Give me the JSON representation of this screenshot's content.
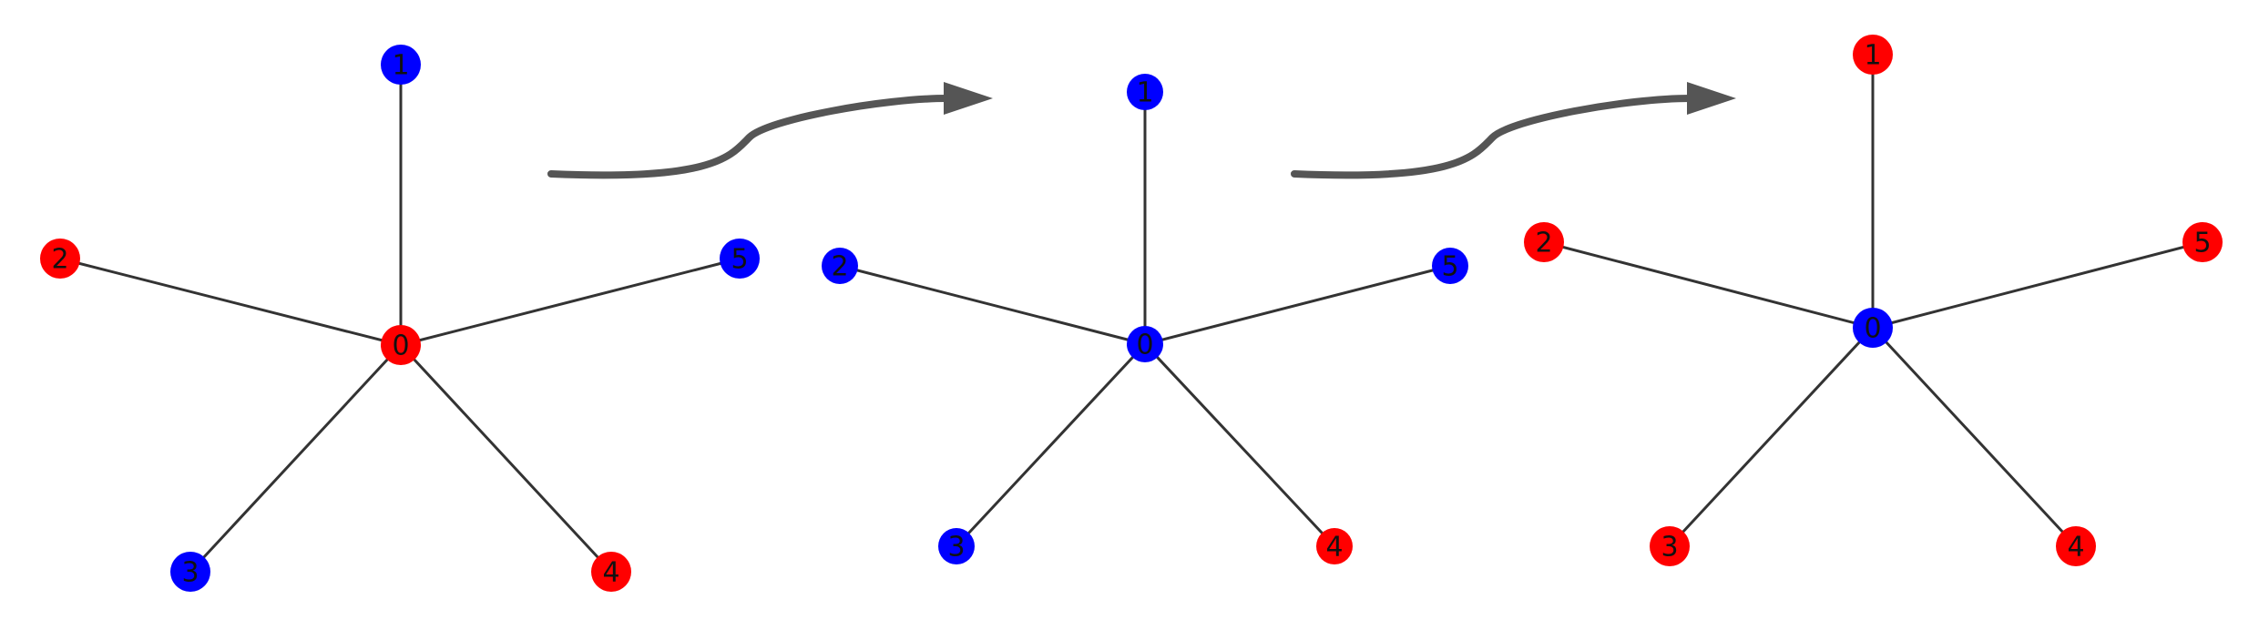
{
  "diagram": {
    "colors": {
      "red": "#ff0000",
      "blue": "#0000ff",
      "edge": "#333333",
      "arrow": "#555555"
    },
    "graphs": [
      {
        "nodes": [
          {
            "id": "0",
            "label": "0",
            "color": "red"
          },
          {
            "id": "1",
            "label": "1",
            "color": "blue"
          },
          {
            "id": "2",
            "label": "2",
            "color": "red"
          },
          {
            "id": "3",
            "label": "3",
            "color": "blue"
          },
          {
            "id": "4",
            "label": "4",
            "color": "red"
          },
          {
            "id": "5",
            "label": "5",
            "color": "blue"
          }
        ],
        "edges": [
          [
            "0",
            "1"
          ],
          [
            "0",
            "2"
          ],
          [
            "0",
            "3"
          ],
          [
            "0",
            "4"
          ],
          [
            "0",
            "5"
          ]
        ]
      },
      {
        "nodes": [
          {
            "id": "0",
            "label": "0",
            "color": "blue"
          },
          {
            "id": "1",
            "label": "1",
            "color": "blue"
          },
          {
            "id": "2",
            "label": "2",
            "color": "blue"
          },
          {
            "id": "3",
            "label": "3",
            "color": "blue"
          },
          {
            "id": "4",
            "label": "4",
            "color": "red"
          },
          {
            "id": "5",
            "label": "5",
            "color": "blue"
          }
        ],
        "edges": [
          [
            "0",
            "1"
          ],
          [
            "0",
            "2"
          ],
          [
            "0",
            "3"
          ],
          [
            "0",
            "4"
          ],
          [
            "0",
            "5"
          ]
        ]
      },
      {
        "nodes": [
          {
            "id": "0",
            "label": "0",
            "color": "blue"
          },
          {
            "id": "1",
            "label": "1",
            "color": "red"
          },
          {
            "id": "2",
            "label": "2",
            "color": "red"
          },
          {
            "id": "3",
            "label": "3",
            "color": "red"
          },
          {
            "id": "4",
            "label": "4",
            "color": "red"
          },
          {
            "id": "5",
            "label": "5",
            "color": "red"
          }
        ],
        "edges": [
          [
            "0",
            "1"
          ],
          [
            "0",
            "2"
          ],
          [
            "0",
            "3"
          ],
          [
            "0",
            "4"
          ],
          [
            "0",
            "5"
          ]
        ]
      }
    ],
    "transitions": 2
  }
}
